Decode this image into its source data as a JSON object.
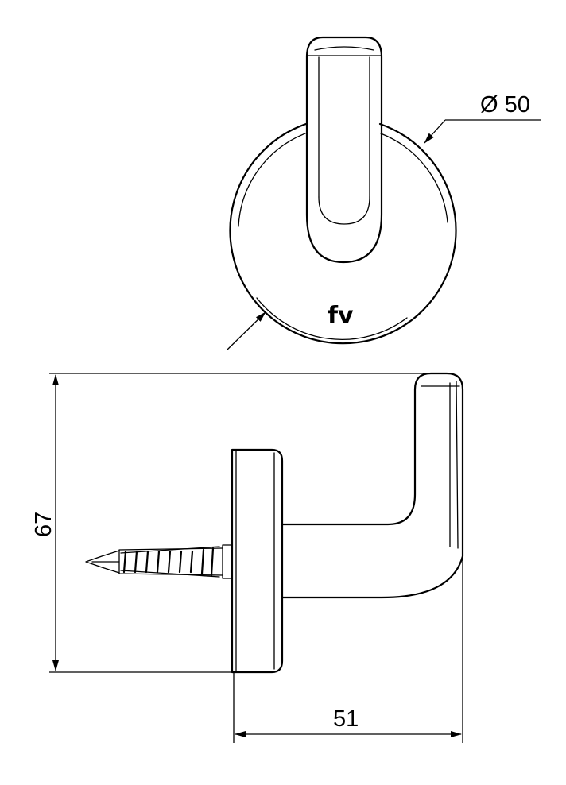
{
  "dimensions": {
    "diameter_label": "Ø 50",
    "height_label": "67",
    "depth_label": "51"
  },
  "logo": {
    "text": "fv"
  }
}
